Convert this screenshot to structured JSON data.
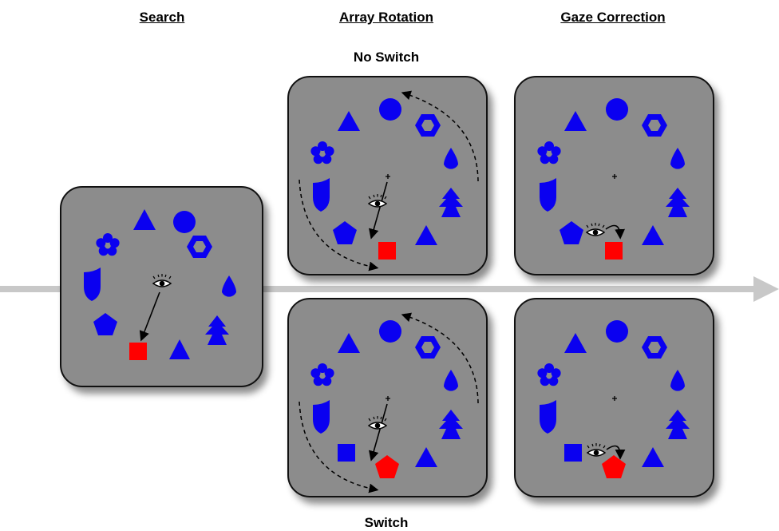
{
  "headings": {
    "search": "Search",
    "array_rotation": "Array Rotation",
    "gaze_correction": "Gaze Correction"
  },
  "conditions": {
    "no_switch": "No Switch",
    "switch": "Switch"
  },
  "colors": {
    "distractor": "#0a00f0",
    "target": "#ff0000",
    "panel_bg": "#8c8c8c",
    "timeline": "#c8c8c8"
  },
  "icons": {
    "observer": "eye-icon",
    "fixation": "fixation-cross"
  }
}
